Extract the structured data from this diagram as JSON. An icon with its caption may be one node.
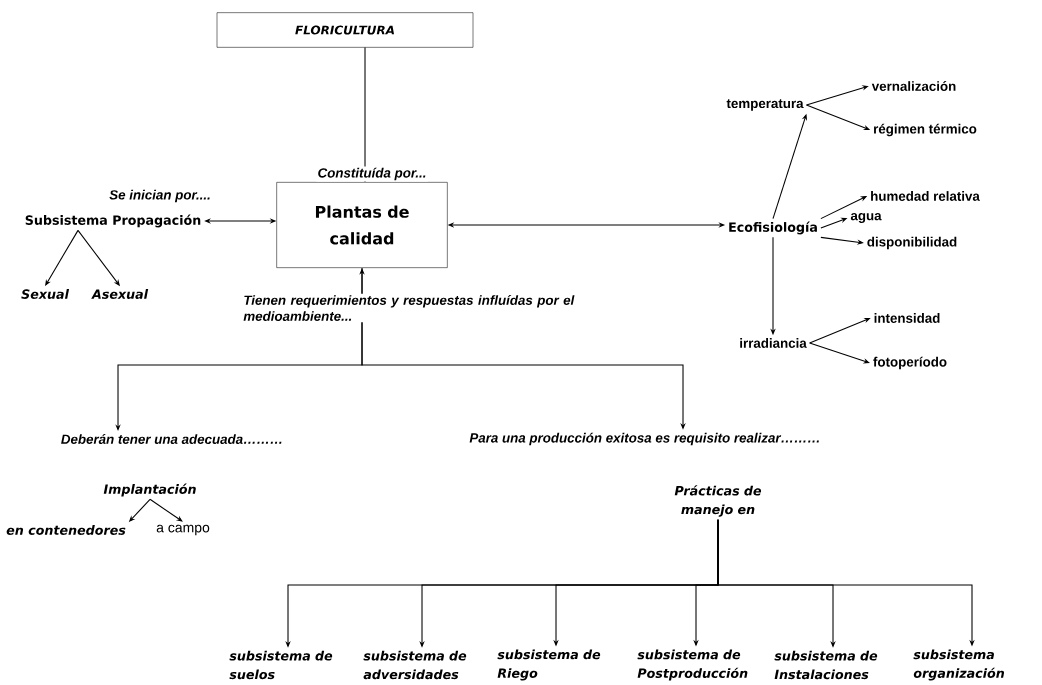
{
  "diagram": {
    "nodes": [
      {
        "text": [
          "FLORICULTURA"
        ]
      },
      {
        "text": [
          "Plantas de calidad"
        ]
      },
      {
        "text": [
          "Subsistema Propagación"
        ]
      },
      {
        "text": [
          "Sexual"
        ]
      },
      {
        "text": [
          "Asexual"
        ]
      },
      {
        "text": [
          "Ecofisiología"
        ]
      },
      {
        "text": [
          "temperatura"
        ]
      },
      {
        "text": [
          "vernalización"
        ]
      },
      {
        "text": [
          "régimen térmico"
        ]
      },
      {
        "text": [
          "humedad relativa"
        ]
      },
      {
        "text": [
          "agua"
        ]
      },
      {
        "text": [
          "disponibilidad"
        ]
      },
      {
        "text": [
          "irradiancia"
        ]
      },
      {
        "text": [
          "intensidad"
        ]
      },
      {
        "text": [
          "fotoperíodo"
        ]
      },
      {
        "text": [
          "Deberán tener una adecuada………"
        ]
      },
      {
        "text": [
          "Implantación"
        ]
      },
      {
        "text": [
          "en contenedores"
        ]
      },
      {
        "text": [
          "a campo"
        ]
      },
      {
        "text": [
          "Para una producción exitosa es requisito realizar………"
        ]
      },
      {
        "text": [
          "Prácticas de manejo en"
        ]
      },
      {
        "text": [
          "subsistema de suelos"
        ]
      },
      {
        "text": [
          "subsistema de adversidades"
        ]
      },
      {
        "text": [
          "subsistema de Riego"
        ]
      },
      {
        "text": [
          "subsistema de Postproducción"
        ]
      },
      {
        "text": [
          "subsistema de Instalaciones"
        ]
      },
      {
        "text": [
          "subsistema organización"
        ]
      }
    ],
    "edges": [
      {
        "from": 0,
        "to": 1,
        "arrow": "none",
        "label": "Constituída por..."
      },
      {
        "from": 1,
        "to": 2,
        "arrow": "both",
        "label": "Se inician por...."
      },
      {
        "from": 2,
        "to": 3,
        "arrow": "to"
      },
      {
        "from": 2,
        "to": 4,
        "arrow": "to"
      },
      {
        "from": 1,
        "to": 5,
        "arrow": "both"
      },
      {
        "from": 5,
        "to": 6,
        "arrow": "to"
      },
      {
        "from": 6,
        "to": 7,
        "arrow": "to"
      },
      {
        "from": 6,
        "to": 8,
        "arrow": "to"
      },
      {
        "from": 5,
        "to": 9,
        "arrow": "to"
      },
      {
        "from": 5,
        "to": 10,
        "arrow": "to"
      },
      {
        "from": 5,
        "to": 11,
        "arrow": "to"
      },
      {
        "from": 5,
        "to": 12,
        "arrow": "to"
      },
      {
        "from": 12,
        "to": 13,
        "arrow": "to"
      },
      {
        "from": 12,
        "to": 14,
        "arrow": "to"
      },
      {
        "from": 1,
        "to": 15,
        "arrow": "both",
        "label": "Tienen requerimientos y respuestas influídas por el medioambiente..."
      },
      {
        "from": 1,
        "to": 19,
        "arrow": "to"
      },
      {
        "from": 16,
        "to": 17,
        "arrow": "to"
      },
      {
        "from": 16,
        "to": 18,
        "arrow": "to"
      },
      {
        "from": 20,
        "to": 21,
        "arrow": "to"
      },
      {
        "from": 20,
        "to": 22,
        "arrow": "to"
      },
      {
        "from": 20,
        "to": 23,
        "arrow": "to"
      },
      {
        "from": 20,
        "to": 24,
        "arrow": "to"
      },
      {
        "from": 20,
        "to": 25,
        "arrow": "to"
      },
      {
        "from": 20,
        "to": 26,
        "arrow": "to"
      }
    ]
  }
}
